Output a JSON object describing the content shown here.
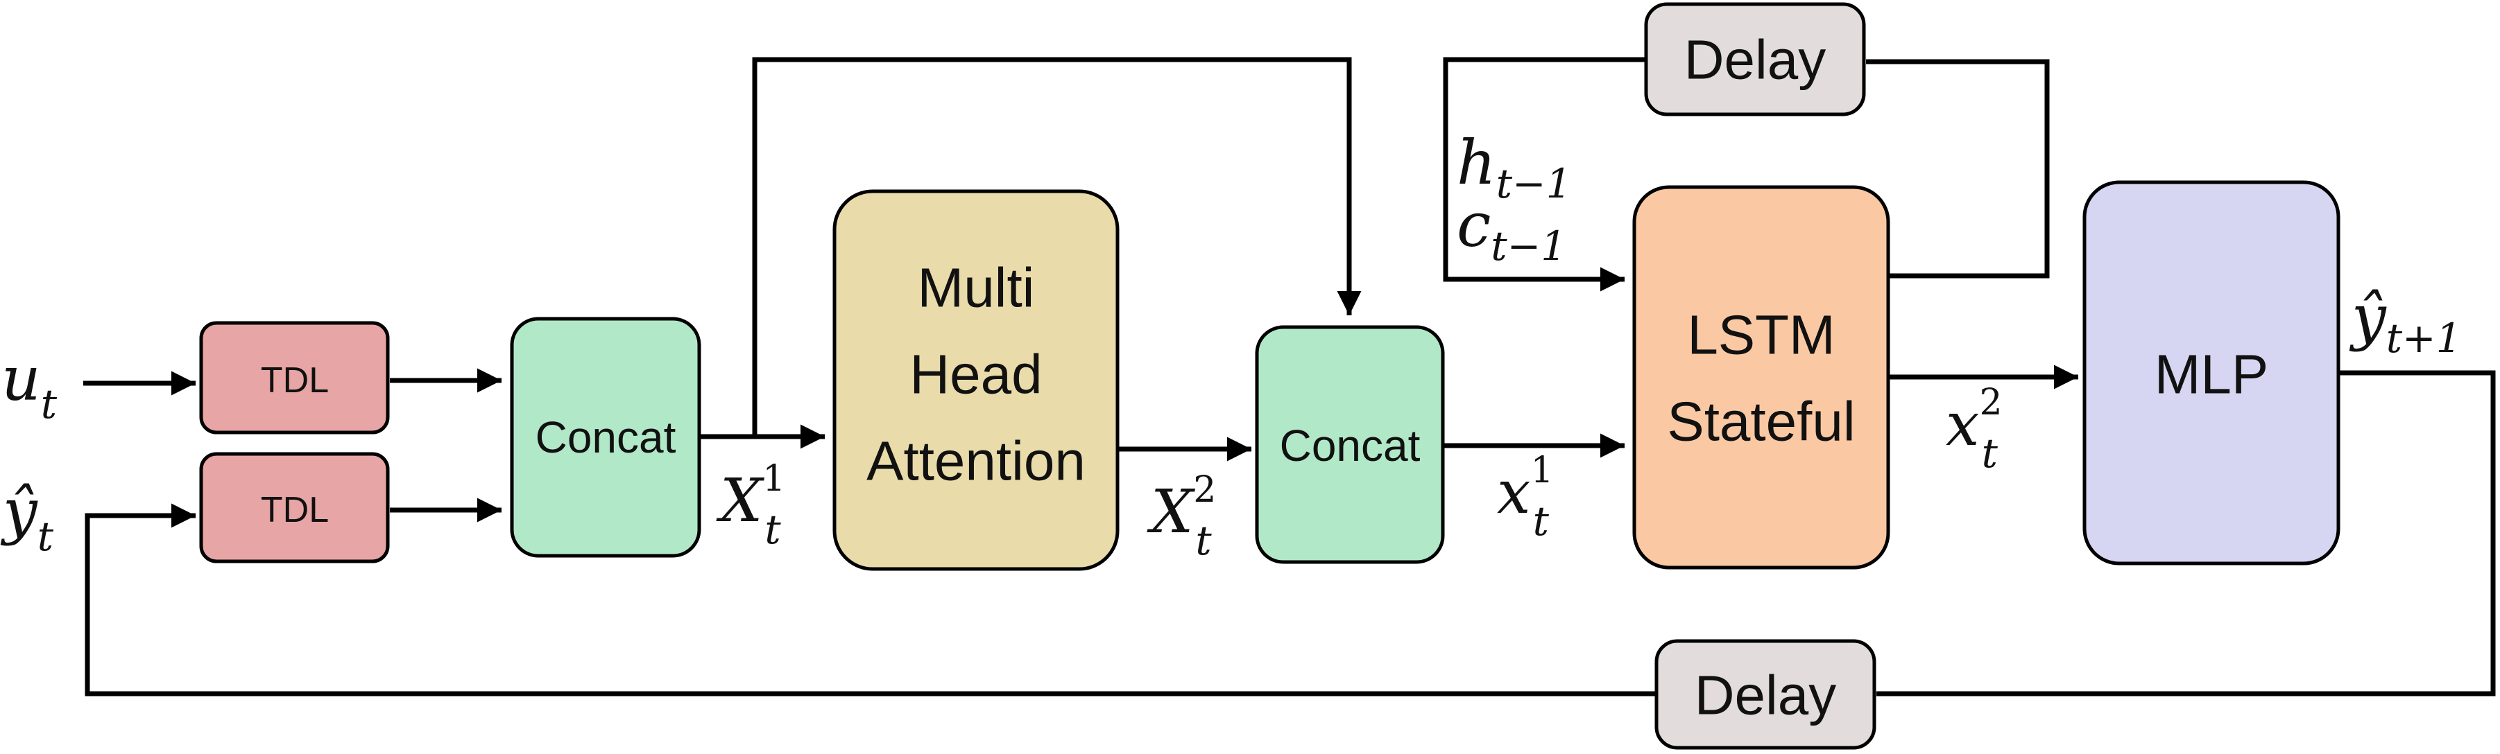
{
  "blocks": {
    "tdl_top": {
      "label": "TDL",
      "color": "#e8a5a5"
    },
    "tdl_bottom": {
      "label": "TDL",
      "color": "#e8a5a5"
    },
    "concat_1": {
      "label": "Concat",
      "color": "#b1e9c8"
    },
    "attention": {
      "lines": [
        "Multi",
        "Head",
        "Attention"
      ],
      "color": "#e9dcaa"
    },
    "concat_2": {
      "label": "Concat",
      "color": "#b1e9c8"
    },
    "lstm": {
      "lines": [
        "LSTM",
        "Stateful"
      ],
      "color": "#fac9a3"
    },
    "mlp": {
      "label": "MLP",
      "color": "#d6d6f3"
    },
    "delay_top": {
      "label": "Delay",
      "color": "#e3dcdc"
    },
    "delay_bottom": {
      "label": "Delay",
      "color": "#e3dcdc"
    }
  },
  "signals": {
    "u_t": {
      "base": "u",
      "sub": "t"
    },
    "y_hat_t": {
      "base": "ŷ",
      "sub": "t"
    },
    "X1": {
      "base": "X",
      "sup": "1",
      "sub": "t"
    },
    "X2": {
      "base": "X",
      "sup": "2",
      "sub": "t"
    },
    "x1": {
      "base": "x",
      "sup": "1",
      "sub": "t"
    },
    "x2": {
      "base": "x",
      "sup": "2",
      "sub": "t"
    },
    "h_prev": {
      "base": "h",
      "sub": "t−1"
    },
    "c_prev": {
      "base": "c",
      "sub": "t−1"
    },
    "y_hat_next": {
      "base": "ŷ",
      "sub": "t+1"
    }
  }
}
